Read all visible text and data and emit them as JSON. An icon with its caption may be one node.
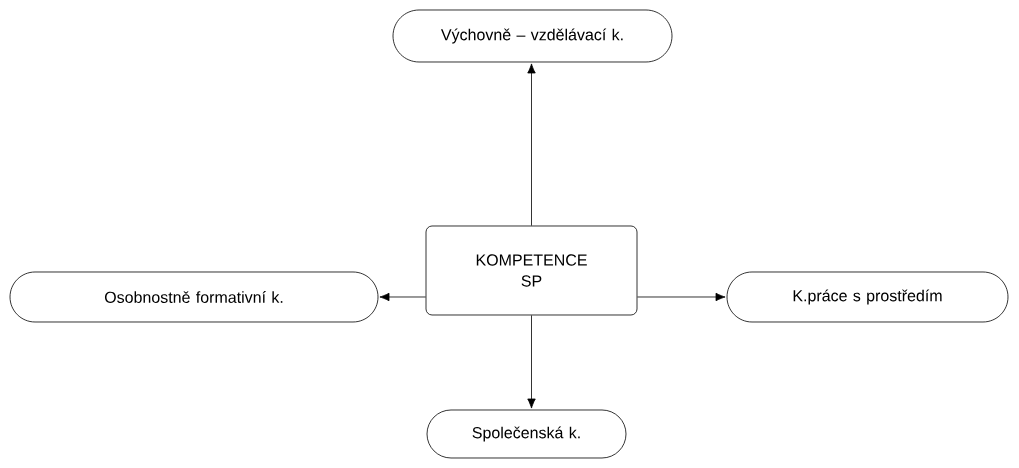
{
  "diagram": {
    "nodes": [
      {
        "text": [
          "Výchovně – vzdělávací k."
        ]
      },
      {
        "text": [
          "KOMPETENCE SP"
        ]
      },
      {
        "text": [
          "Osobnostně formativní k."
        ]
      },
      {
        "text": [
          "K.práce s prostředím"
        ]
      },
      {
        "text": [
          "Společenská k."
        ]
      }
    ],
    "edges": [
      {
        "from": 1,
        "to": 0,
        "arrow": "to"
      },
      {
        "from": 1,
        "to": 2,
        "arrow": "to"
      },
      {
        "from": 1,
        "to": 3,
        "arrow": "to"
      },
      {
        "from": 1,
        "to": 4,
        "arrow": "to"
      }
    ]
  }
}
